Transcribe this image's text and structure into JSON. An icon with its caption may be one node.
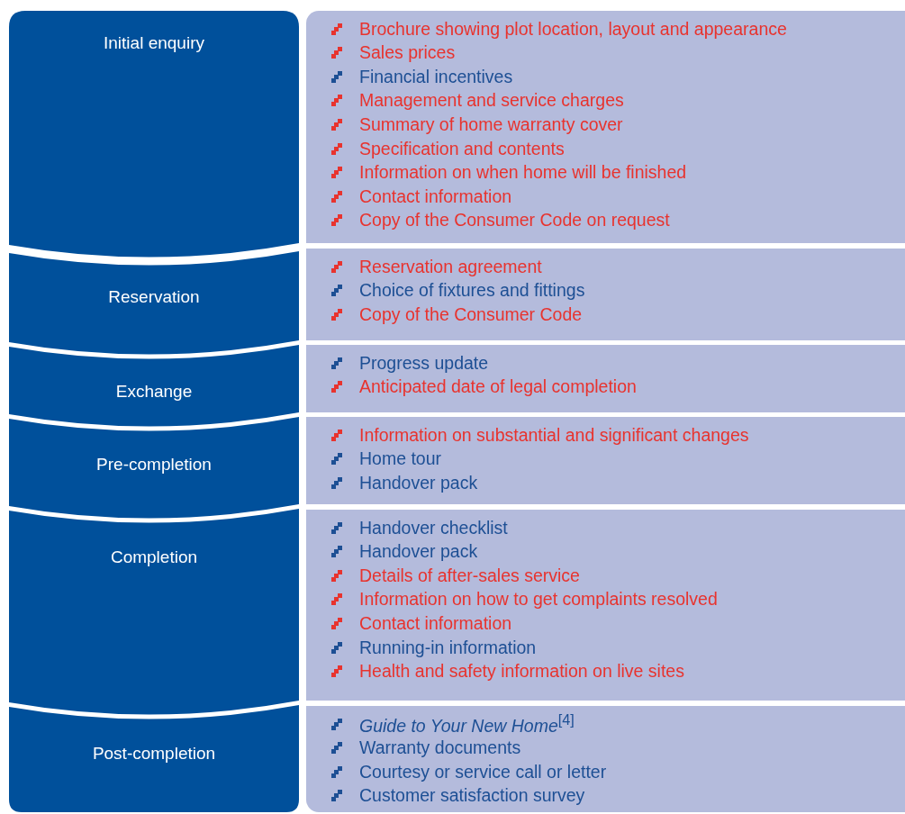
{
  "diagram": {
    "nodes": [
      {
        "text": [
          "Initial enquiry"
        ]
      },
      {
        "text": [
          "Brochure showing plot location, layout and appearance",
          "Sales prices",
          "Financial incentives",
          "Management and service charges",
          "Summary of home warranty cover",
          "Specification and contents",
          "Information on when home will be finished",
          "Contact information",
          "Copy of the Consumer Code on request"
        ]
      },
      {
        "text": [
          "Reservation"
        ]
      },
      {
        "text": [
          "Reservation agreement",
          "Choice of fixtures and fittings",
          "Copy of the Consumer Code"
        ]
      },
      {
        "text": [
          "Exchange"
        ]
      },
      {
        "text": [
          "Progress update",
          "Anticipated date of legal completion"
        ]
      },
      {
        "text": [
          "Pre-completion"
        ]
      },
      {
        "text": [
          "Information on substantial and significant changes",
          "Home tour",
          "Handover pack"
        ]
      },
      {
        "text": [
          "Completion"
        ]
      },
      {
        "text": [
          "Handover checklist",
          "Handover pack",
          "Details of after-sales service",
          "Information on how to get complaints resolved",
          "Contact information",
          "Running-in information",
          "Health and safety information on live sites"
        ]
      },
      {
        "text": [
          "Post-completion"
        ]
      },
      {
        "text": [
          "*Guide to Your New Home*$^{[4]}$",
          "Warranty documents",
          "Courtesy or service call or letter",
          "Customer satisfaction survey"
        ]
      }
    ]
  }
}
